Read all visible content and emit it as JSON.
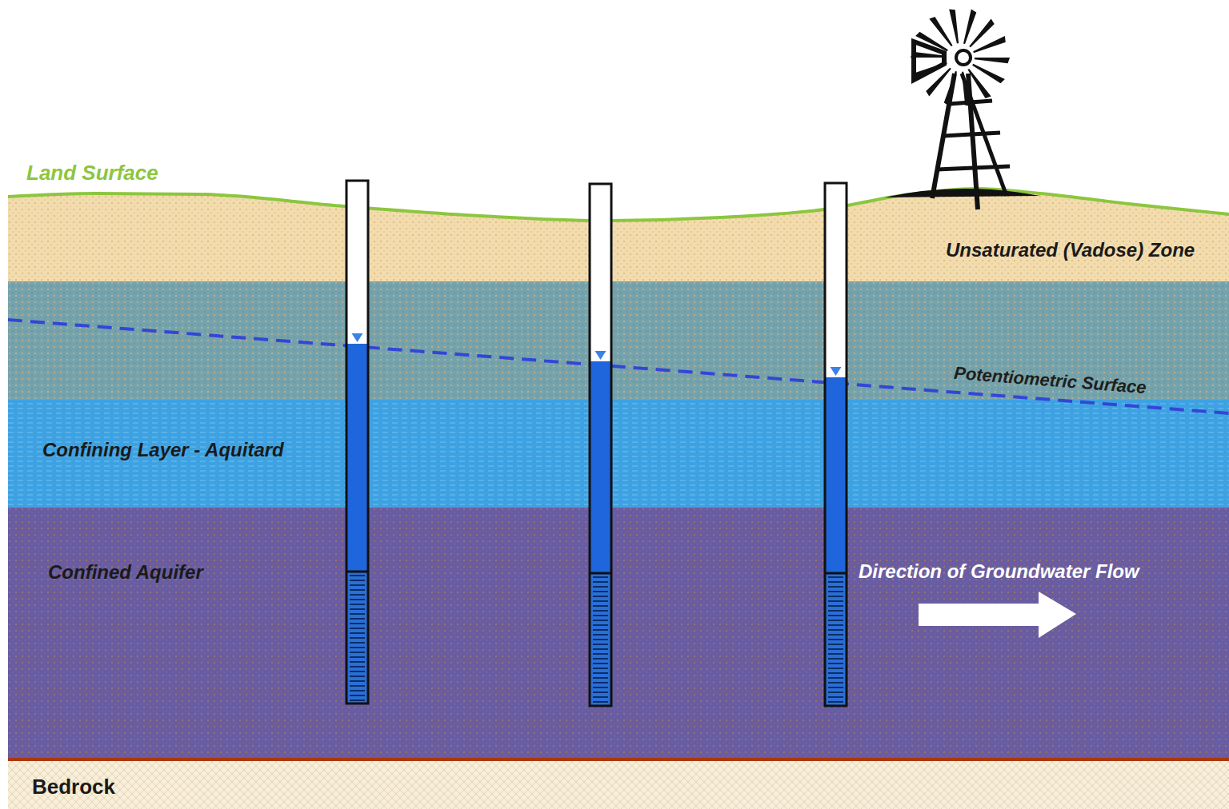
{
  "diagram": {
    "nodes": [
      {
        "text": [
          "Unsaturated (Vadose) Zone"
        ]
      },
      {
        "text": [
          "Confining Layer - Aquitard"
        ]
      },
      {
        "text": [
          "Confined Aquifer"
        ]
      },
      {
        "text": [
          "Bedrock"
        ]
      }
    ],
    "labels": [
      "Land Surface",
      "Potentiometric Surface",
      "Direction of Groundwater Flow"
    ]
  }
}
